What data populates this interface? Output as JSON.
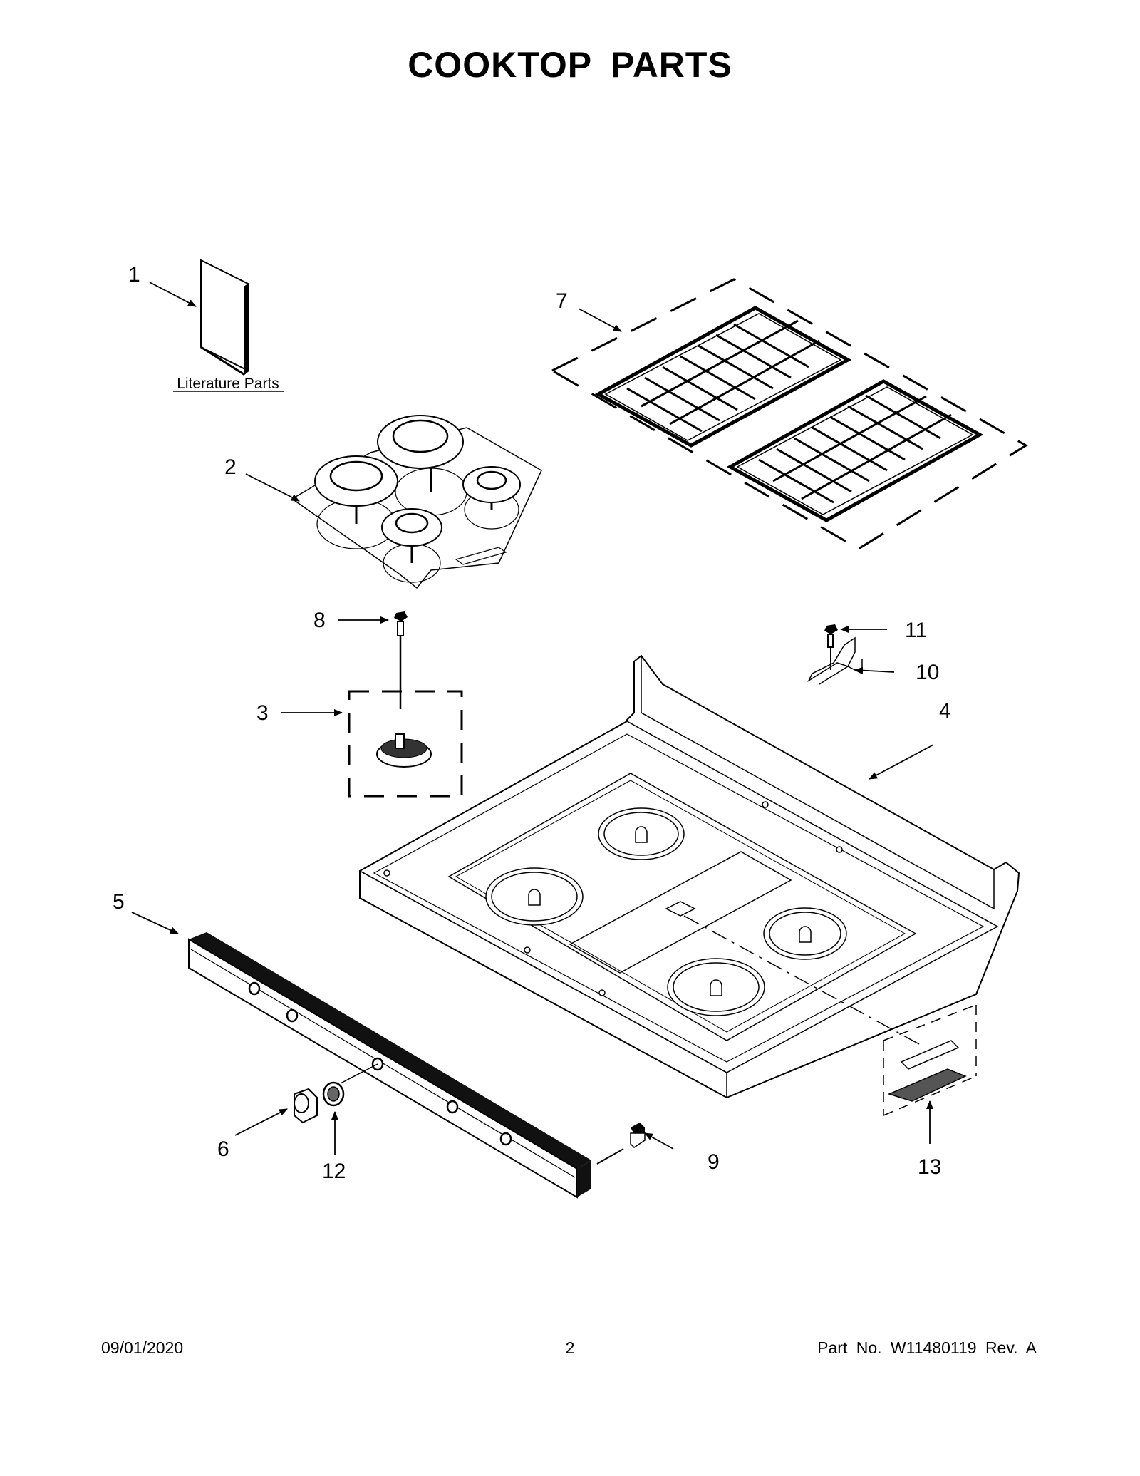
{
  "title": "COOKTOP PARTS",
  "literature_label": "Literature Parts",
  "callouts": [
    "1",
    "2",
    "3",
    "4",
    "5",
    "6",
    "7",
    "8",
    "9",
    "10",
    "11",
    "12",
    "13"
  ],
  "footer": {
    "date": "09/01/2020",
    "page": "2",
    "part": "Part No.  W11480119  Rev.  A"
  }
}
